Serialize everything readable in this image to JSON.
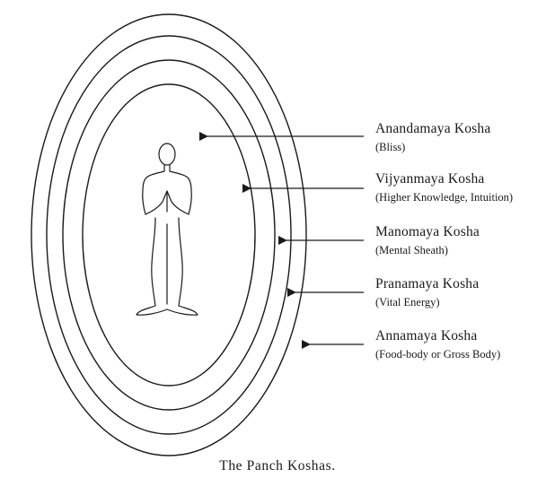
{
  "stroke_color": "#1a1a1a",
  "figure_icon": "meditating-human-figure",
  "koshas": [
    {
      "name": "Anandamaya Kosha",
      "description": "(Bliss)"
    },
    {
      "name": "Vijyanmaya Kosha",
      "description": "(Higher Knowledge, Intuition)"
    },
    {
      "name": "Manomaya Kosha",
      "description": "(Mental Sheath)"
    },
    {
      "name": "Pranamaya Kosha",
      "description": "(Vital Energy)"
    },
    {
      "name": "Annamaya Kosha",
      "description": "(Food-body or Gross Body)"
    }
  ],
  "caption": "The Panch Koshas."
}
